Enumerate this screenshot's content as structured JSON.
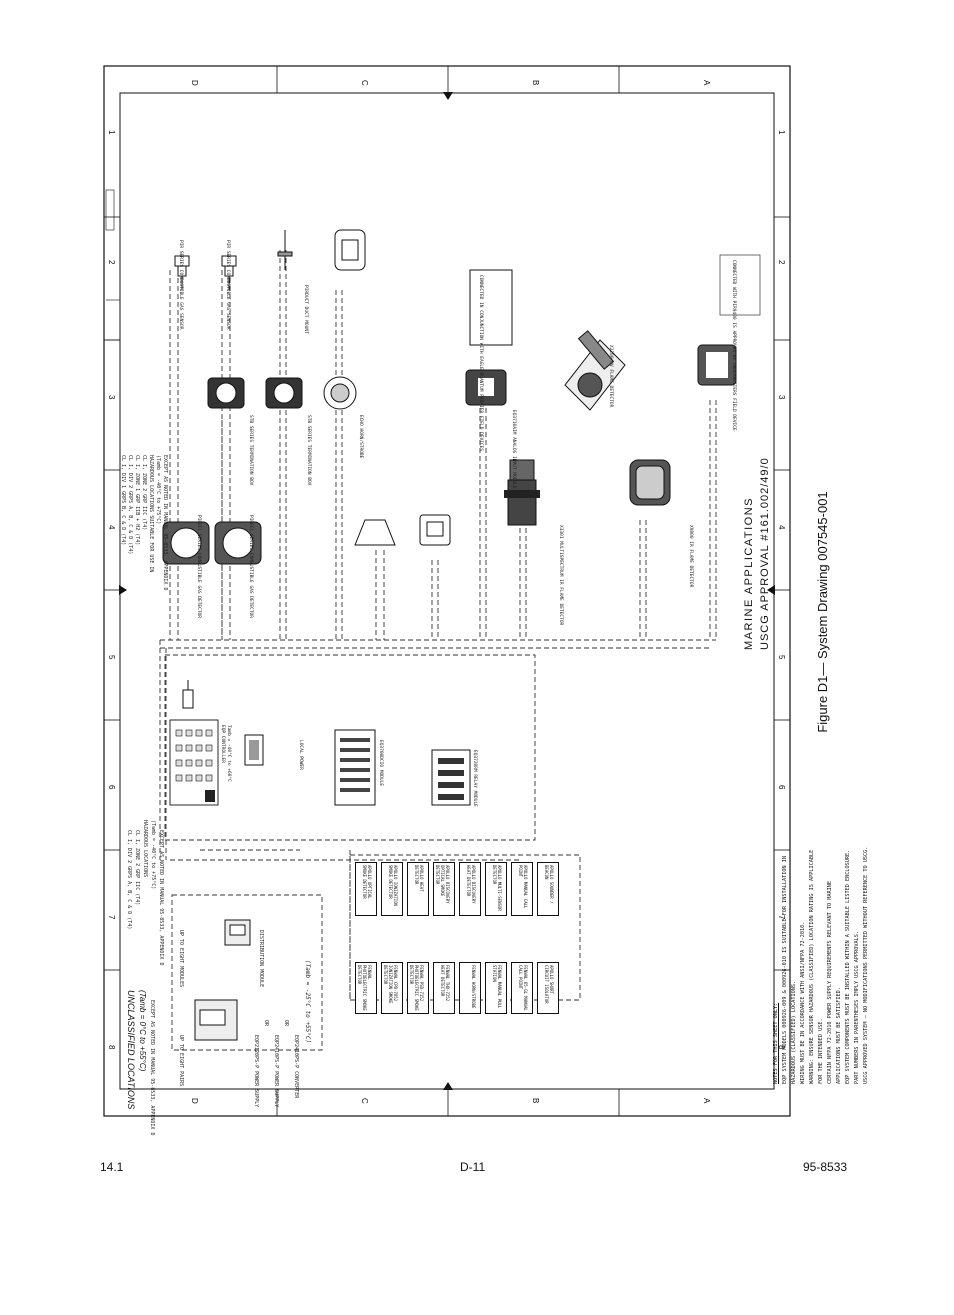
{
  "caption": "Figure D1— System Drawing 007545-001",
  "footer": {
    "left": "14.1",
    "center": "D-11",
    "right": "95-8533"
  },
  "zone_letters": [
    "D",
    "C",
    "B",
    "A"
  ],
  "zone_numbers": [
    "1",
    "2",
    "3",
    "4",
    "5",
    "6",
    "7",
    "8"
  ],
  "marine": {
    "title": "MARINE APPLICATIONS",
    "approval": "USCG APPROVAL #161.002/49/0"
  },
  "unclassified": {
    "title": "UNCLASSIFIED LOCATIONS",
    "temp": "(Tamb = 0°C to +55°C)",
    "except": "EXCEPT AS NOTED IN MANUAL 95-8533, APPENDIX D",
    "up_to_eight": "UP TO EIGHT PAIRS",
    "power_supply_1": "EQP2120PS-P POWER SUPPLY",
    "or": "OR",
    "power_supply_2": "EQP2410PS-P POWER SUPPLY",
    "converter": "EQP2410PS-P CONVERTER",
    "up_to_eight_modules": "UP TO EIGHT MODULES",
    "module_label": "DISTRIBUTION MODULE",
    "temp2": "(Tamb = -25°C to +55°C)"
  },
  "hazardous": {
    "class_lines": [
      "CL I, DIV 2 GRPS A, B, C & D (T4)",
      "CL I, ZONE 2 GRP IIC (T4)",
      "HAZARDOUS LOCATIONS",
      "(Tamb = -40°C to +75°C)"
    ],
    "except": "EXCEPT AS NOTED IN MANUAL 95-8533, APPENDIX D",
    "top_lines": [
      "CL I, DIV 1 GRPS B, C & D (T4)",
      "CL I, DIV 2 GRPS A, B, C & D (T4)",
      "CL I, ZONE 1 GRP IIB + H2 (T4)",
      "CL I, ZONE 2 GRP IIC (T4)",
      "HAZARDOUS LOCATIONS SUITABLE FOR USE IN",
      "(Tamb = -40°C to +75°C)",
      "EXCEPT AS NOTED IN MANUAL 95-8533, APPENDIX D"
    ]
  },
  "devices": [
    "PIR SERIES COMBUSTIBLE GAS SENSOR",
    "PIR SERIES COMBUSTIBLE GAS SENSOR",
    "PIRECL SERIES COMBUSTIBLE GAS DETECTOR",
    "PIRECL SERIES COMBUSTIBLE GAS DETECTOR",
    "STB SERIES TERMINATION BOX",
    "STB SERIES TERMINATION BOX",
    "PIRDUCT DUCT MOUNT",
    "ECHO HORN/STROBE",
    "EQ3710AIM ANALOG INPUT MODULE",
    "X3301 MULTISPECTRUM IR FLAME DETECTOR",
    "X2200 UV FLAME DETECTOR",
    "X9800 IR FLAME DETECTOR",
    "CONNECTED IN CONJUNCTION WITH EAGLE QUANTUM PREMIER FIELD DEVICES",
    "CONNECTED WITH PIR9400 IS APPROVED BY UNDERWRITERS FIELD DEVICE"
  ],
  "panel": {
    "controller": "EQP CONTROLLER",
    "io_module": "EQ3700DCIO MODULE",
    "relay": "EQ3720RM RELAY MODULE",
    "local_power": "LOCAL POWER",
    "temp": "Tamb = -40°C to +60°C"
  },
  "apollo_boxes": [
    "APOLLO OPTICAL SMOKE DETECTOR",
    "APOLLO IONIZATION SMOKE DETECTOR",
    "APOLLO HEAT DETECTOR",
    "APOLLO DISCOVERY OPTICAL SMOKE DETECTOR",
    "APOLLO DISCOVERY HEAT DETECTOR",
    "APOLLO MULTI-SENSOR DETECTOR",
    "APOLLO MANUAL CALL POINT",
    "APOLLO SOUNDER / BEACON"
  ],
  "fenwal_boxes": [
    "FENWAL PHOTOELECTRIC SMOKE DETECTOR",
    "FENWAL CPD-7052 IONIZATION SMOKE DETECTOR",
    "FENWAL PSD-7152 PHOTOELECTRIC SMOKE DETECTOR",
    "FENWAL THD-7252 HEAT DETECTOR",
    "FENWAL HORN/STROBE",
    "FENWAL MANUAL PULL STATION",
    "FENWAL 65-GL MANUAL CALL POINT",
    "APOLLO SHORT CIRCUIT ISOLATOR"
  ],
  "notes_title": "NOTES FOR THIS SHEET ONLY:",
  "notes": [
    "EQP SYSTEM MODELS 000926-009 & 000926-010 IS SUITABLE FOR INSTALLATION IN HAZARDOUS (CLASSIFIED) LOCATIONS.",
    "WIRING MUST BE IN ACCORDANCE WITH ANSI/NFPA 72-2010.",
    "WARNING: ENSURE SENSOR HAZARDOUS (CLASSIFIED) LOCATION RATING IS APPLICABLE FOR THE INTENDED USE.",
    "CERTAIN NFPA 72-2010 POWER SUPPLY REQUIREMENTS RELEVANT TO MARINE APPLICATIONS MUST BE SATISFIED.",
    "EQP SYSTEM COMPONENTS MUST BE INSTALLED WITHIN A SUITABLE LISTED ENCLOSURE.",
    "PART NUMBERS IN PARENTHESES IMPLY USCG APPROVALS.",
    "USCG APPROVED SYSTEM — NO MODIFICATIONS PERMITTED WITHOUT REFERENCE TO USCG."
  ]
}
